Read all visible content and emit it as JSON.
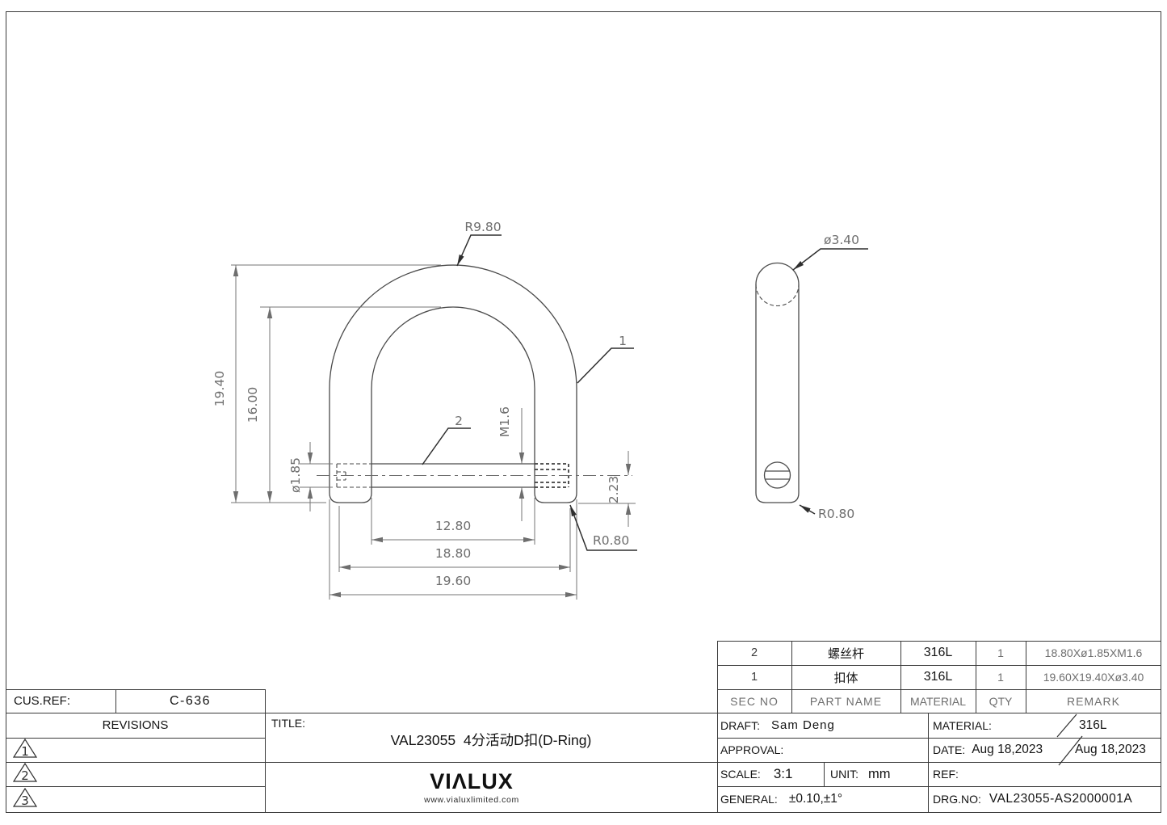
{
  "page": {
    "bg": "#ffffff",
    "line_color": "#3a3a3a"
  },
  "main_view": {
    "dim_radius_outer": "R9.80",
    "dim_height_outer": "19.40",
    "dim_height_inner": "16.00",
    "dim_pin_diameter": "ø1.85",
    "dim_thread": "M1.6",
    "dim_pin_to_bottom": "2.23",
    "dim_width_inner": "12.80",
    "dim_pin_length": "18.80",
    "dim_width_outer": "19.60",
    "dim_corner_radius": "R0.80",
    "callout_body": "1",
    "callout_screw": "2"
  },
  "side_view": {
    "dim_wire_diameter": "ø3.40",
    "dim_corner_radius": "R0.80"
  },
  "parts_table": {
    "headers": {
      "sec": "SEC NO",
      "name": "PART NAME",
      "material": "MATERIAL",
      "qty": "QTY",
      "remark": "REMARK"
    },
    "rows": [
      {
        "sec": "2",
        "name": "螺丝杆",
        "material": "316L",
        "qty": "1",
        "remark": "18.80Xø1.85XM1.6"
      },
      {
        "sec": "1",
        "name": "扣体",
        "material": "316L",
        "qty": "1",
        "remark": "19.60X19.40Xø3.40"
      }
    ]
  },
  "title_block": {
    "cus_ref_label": "CUS.REF:",
    "cus_ref_value": "C-636",
    "revisions_label": "REVISIONS",
    "revision_marks": [
      "1",
      "2",
      "3"
    ],
    "title_label": "TITLE:",
    "title_value": "VAL23055  4分活动D扣(D-Ring)",
    "logo_text": "VIΛLUX",
    "logo_url": "www.vialuxlimited.com",
    "draft_label": "DRAFT:",
    "draft_value": "Sam Deng",
    "approval_label": "APPROVAL:",
    "scale_label": "SCALE:",
    "scale_value": "3:1",
    "unit_label": "UNIT:",
    "unit_value": "mm",
    "general_label": "GENERAL:",
    "general_value": "±0.10,±1°",
    "material_label": "MATERIAL:",
    "material_value": "316L",
    "date_label": "DATE:",
    "date_value_1": "Aug 18,2023",
    "date_value_2": "Aug 18,2023",
    "ref_label": "REF:",
    "drg_no_label": "DRG.NO:",
    "drg_no_value": "VAL23055-AS2000001A"
  }
}
